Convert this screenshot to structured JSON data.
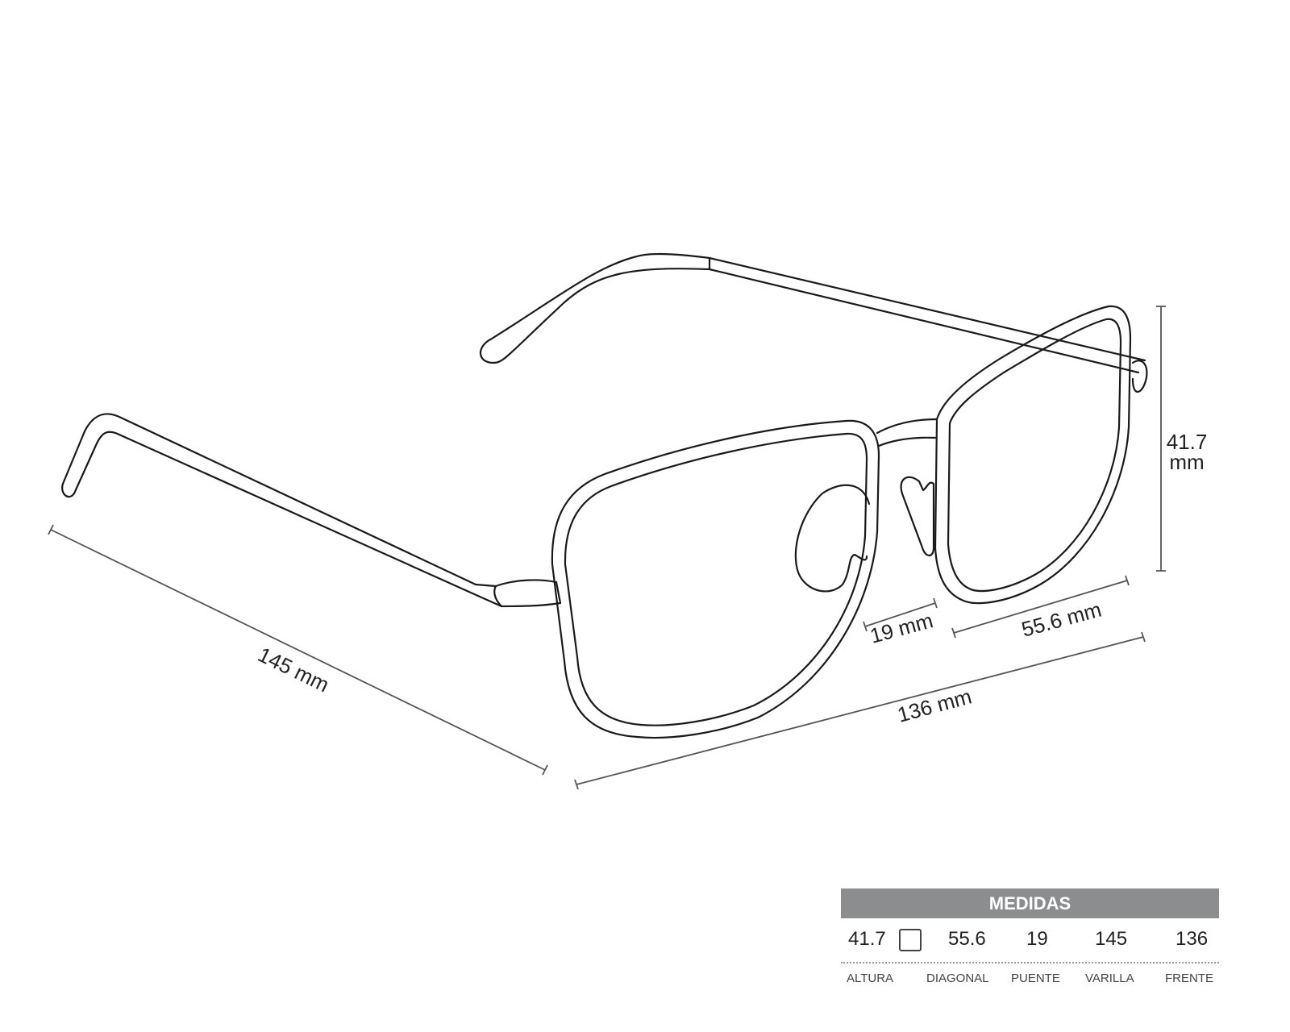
{
  "dimensions": {
    "temple": "145 mm",
    "front": "136 mm",
    "bridge": "19 mm",
    "lens_width": "55.6 mm",
    "height_value": "41.7",
    "height_unit": "mm"
  },
  "table": {
    "title": "MEDIDAS",
    "values": [
      "41.7",
      "55.6",
      "19",
      "145",
      "136"
    ],
    "labels": [
      "ALTURA",
      "DIAGONAL",
      "PUENTE",
      "VARILLA",
      "FRENTE"
    ],
    "header_color": "#8c8d8f"
  }
}
